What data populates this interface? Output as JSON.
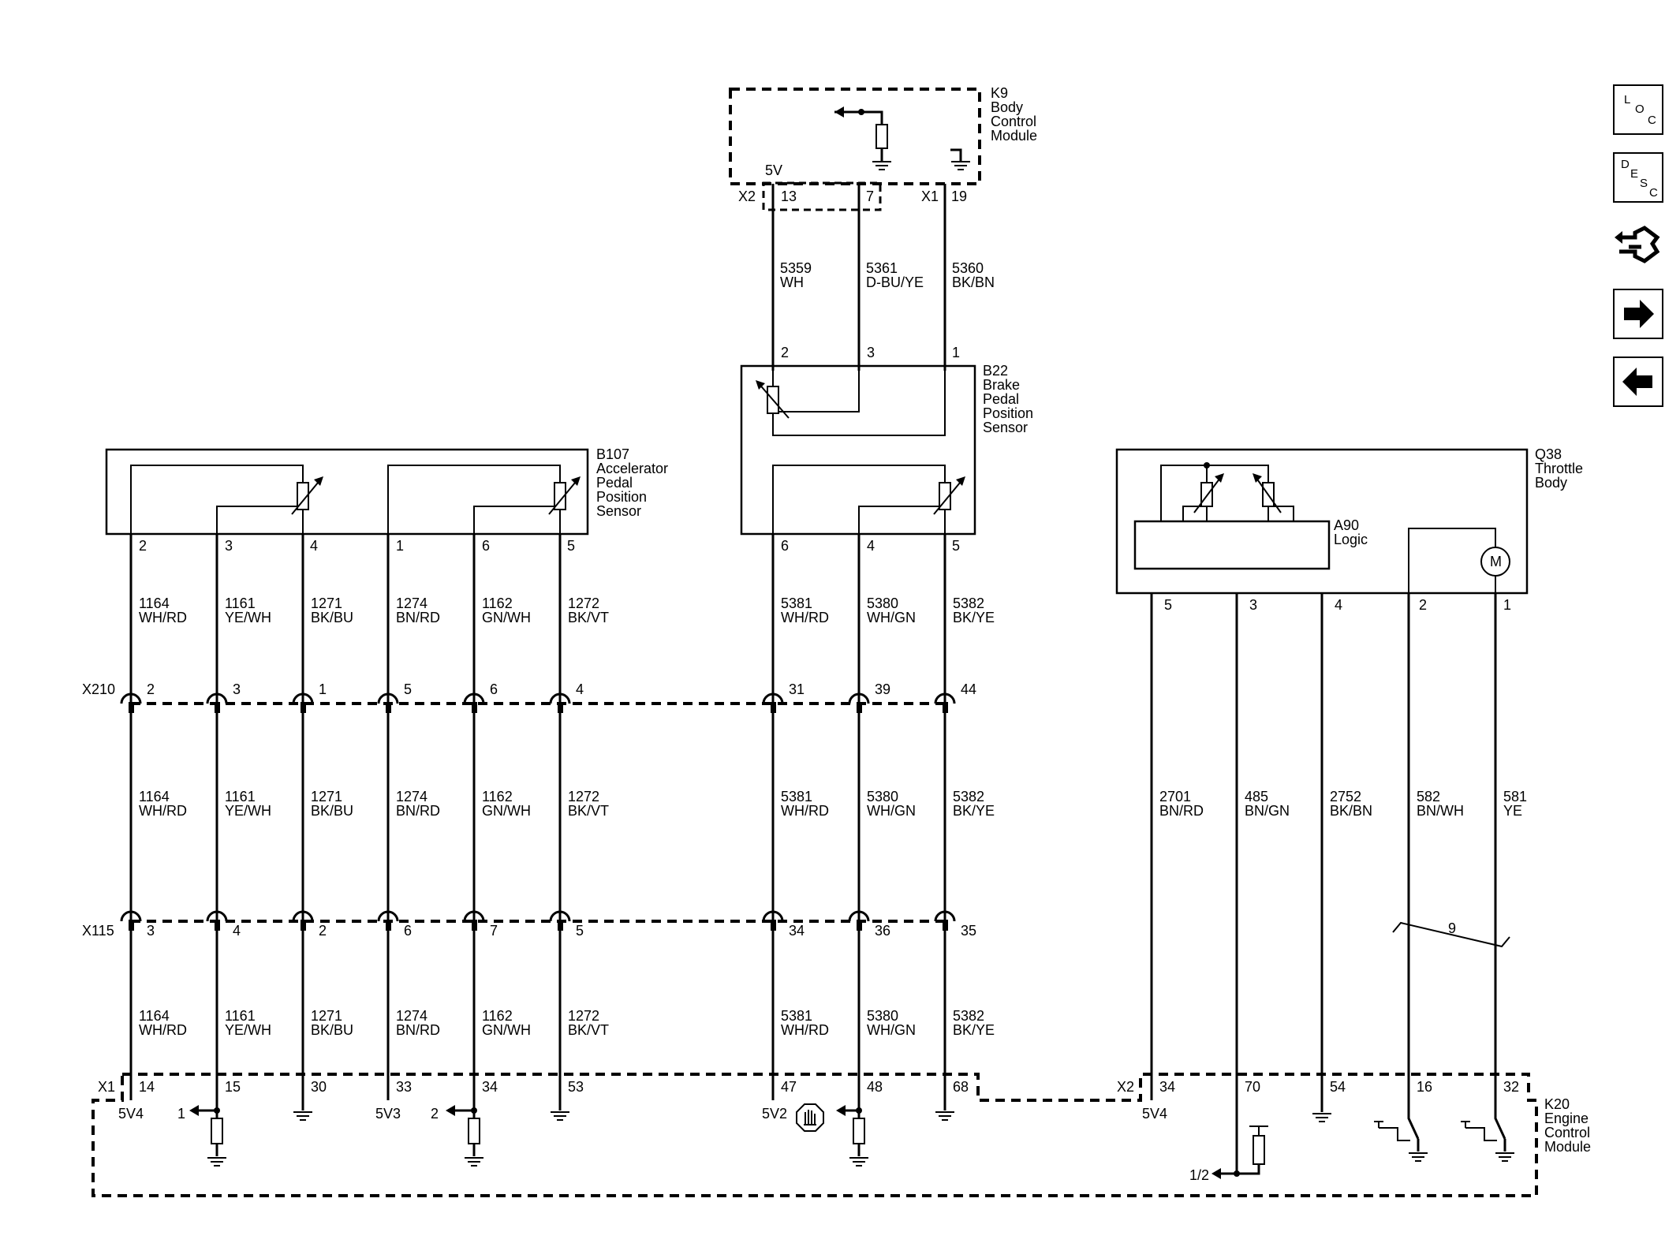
{
  "modules": {
    "k9": {
      "ref": "K9",
      "lines": [
        "Body",
        "Control",
        "Module"
      ],
      "pin_5v": "5V",
      "conn_a": "X2",
      "conn_b": "X1",
      "pins": [
        "13",
        "7",
        "19"
      ]
    },
    "b22": {
      "ref": "B22",
      "lines": [
        "Brake",
        "Pedal",
        "Position",
        "Sensor"
      ],
      "top_pins": [
        "2",
        "3",
        "1"
      ],
      "bottom_pins": [
        "6",
        "4",
        "5"
      ]
    },
    "b107": {
      "ref": "B107",
      "lines": [
        "Accelerator",
        "Pedal",
        "Position",
        "Sensor"
      ],
      "pins": [
        "2",
        "3",
        "4",
        "1",
        "6",
        "5"
      ]
    },
    "q38": {
      "ref": "Q38",
      "lines": [
        "Throttle",
        "Body"
      ],
      "logic": [
        "A90",
        "Logic"
      ],
      "motor": "M",
      "pins": [
        "5",
        "3",
        "4",
        "2",
        "1"
      ]
    },
    "k20": {
      "ref": "K20",
      "lines": [
        "Engine",
        "Control",
        "Module"
      ]
    }
  },
  "upper_wires": [
    {
      "circuit": "5359",
      "color": "WH"
    },
    {
      "circuit": "5361",
      "color": "D-BU/YE"
    },
    {
      "circuit": "5360",
      "color": "BK/BN"
    }
  ],
  "wires": [
    {
      "circuit": "1164",
      "color": "WH/RD",
      "x210": "2",
      "x115": "3",
      "x1": "14"
    },
    {
      "circuit": "1161",
      "color": "YE/WH",
      "x210": "3",
      "x115": "4",
      "x1": "15"
    },
    {
      "circuit": "1271",
      "color": "BK/BU",
      "x210": "1",
      "x115": "2",
      "x1": "30"
    },
    {
      "circuit": "1274",
      "color": "BN/RD",
      "x210": "5",
      "x115": "6",
      "x1": "33"
    },
    {
      "circuit": "1162",
      "color": "GN/WH",
      "x210": "6",
      "x115": "7",
      "x1": "34"
    },
    {
      "circuit": "1272",
      "color": "BK/VT",
      "x210": "4",
      "x115": "5",
      "x1": "53"
    },
    {
      "circuit": "5381",
      "color": "WH/RD",
      "x210": "31",
      "x115": "34",
      "x1": "47"
    },
    {
      "circuit": "5380",
      "color": "WH/GN",
      "x210": "39",
      "x115": "36",
      "x1": "48"
    },
    {
      "circuit": "5382",
      "color": "BK/YE",
      "x210": "44",
      "x115": "35",
      "x1": "68"
    }
  ],
  "throttle_wires": [
    {
      "circuit": "2701",
      "color": "BN/RD",
      "x2": "34"
    },
    {
      "circuit": "485",
      "color": "BN/GN",
      "x2": "70"
    },
    {
      "circuit": "2752",
      "color": "BK/BN",
      "x2": "54"
    },
    {
      "circuit": "582",
      "color": "BN/WH",
      "x2": "16"
    },
    {
      "circuit": "581",
      "color": "YE",
      "x2": "32"
    }
  ],
  "connectors": {
    "x210": "X210",
    "x115": "X115",
    "x1": "X1",
    "x2": "X2"
  },
  "twist_count": "9",
  "ecm_refs": {
    "v4": "5V4",
    "v3": "5V3",
    "v2": "5V2",
    "v4b": "5V4",
    "ref1": "1",
    "ref2": "2",
    "ref12": "1/2"
  },
  "nav": {
    "loc": [
      "L",
      "O",
      "C"
    ],
    "desc": [
      "D",
      "E",
      "S",
      "C"
    ]
  }
}
